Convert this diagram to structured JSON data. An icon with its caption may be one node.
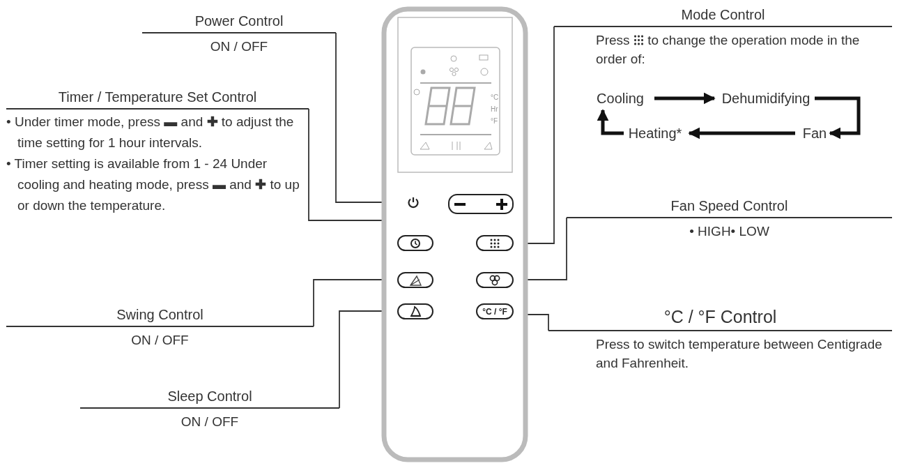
{
  "diagram": {
    "nodes": [
      {
        "text": [
          "Power Control",
          "ON / OFF"
        ]
      },
      {
        "text": [
          "Timer / Temperature Set Control",
          "• Under timer mode, press **▬** and **✚** to adjust the time setting for 1 hour intervals.",
          "• Timer setting is available from 1 - 24 Under cooling and heating mode, press **▬** and **✚** to up or down the temperature."
        ]
      },
      {
        "text": [
          "Mode Control",
          "Press **⁝⁝⁝** to change the operation mode in the order of:"
        ]
      },
      {
        "text": [
          "Cooling"
        ],
        "in": 2
      },
      {
        "text": [
          "Dehumidifying"
        ],
        "in": 2
      },
      {
        "text": [
          "Fan"
        ],
        "in": 2
      },
      {
        "text": [
          "Heating*"
        ],
        "in": 2
      },
      {
        "text": [
          "Fan Speed Control",
          "• HIGH• LOW"
        ]
      },
      {
        "text": [
          "°C / °F Control",
          "Press to switch temperature between Centigrade and Fahrenheit."
        ]
      },
      {
        "text": [
          "Swing Control",
          "ON / OFF"
        ]
      },
      {
        "text": [
          "Sleep Control",
          "ON / OFF"
        ]
      },
      {
        "text": [],
        "shape": "icon"
      },
      {
        "text": [],
        "shape": "button"
      },
      {
        "text": [],
        "shape": "button"
      },
      {
        "text": [],
        "shape": "button"
      },
      {
        "text": [],
        "shape": "button"
      },
      {
        "text": [],
        "shape": "button"
      },
      {
        "text": [],
        "shape": "button"
      },
      {
        "text": [
          "°C / °F"
        ]
      }
    ],
    "edges": [
      {
        "from": 0,
        "to": 11,
        "arrow": "none"
      },
      {
        "from": 1,
        "to": 12,
        "arrow": "none"
      },
      {
        "from": 2,
        "to": 14,
        "arrow": "none"
      },
      {
        "from": 3,
        "to": 4,
        "arrow": "to",
        "style": "thick"
      },
      {
        "from": 4,
        "to": 5,
        "arrow": "to",
        "style": "thick"
      },
      {
        "from": 5,
        "to": 6,
        "arrow": "to",
        "style": "thick"
      },
      {
        "from": 6,
        "to": 3,
        "arrow": "to",
        "style": "thick"
      },
      {
        "from": 7,
        "to": 16,
        "arrow": "none"
      },
      {
        "from": 9,
        "to": 15,
        "arrow": "none"
      },
      {
        "from": 10,
        "to": 17,
        "arrow": "none"
      },
      {
        "from": 8,
        "to": 18,
        "arrow": "none"
      }
    ],
    "labels": [
      "°C",
      "Hr",
      "°F"
    ]
  }
}
